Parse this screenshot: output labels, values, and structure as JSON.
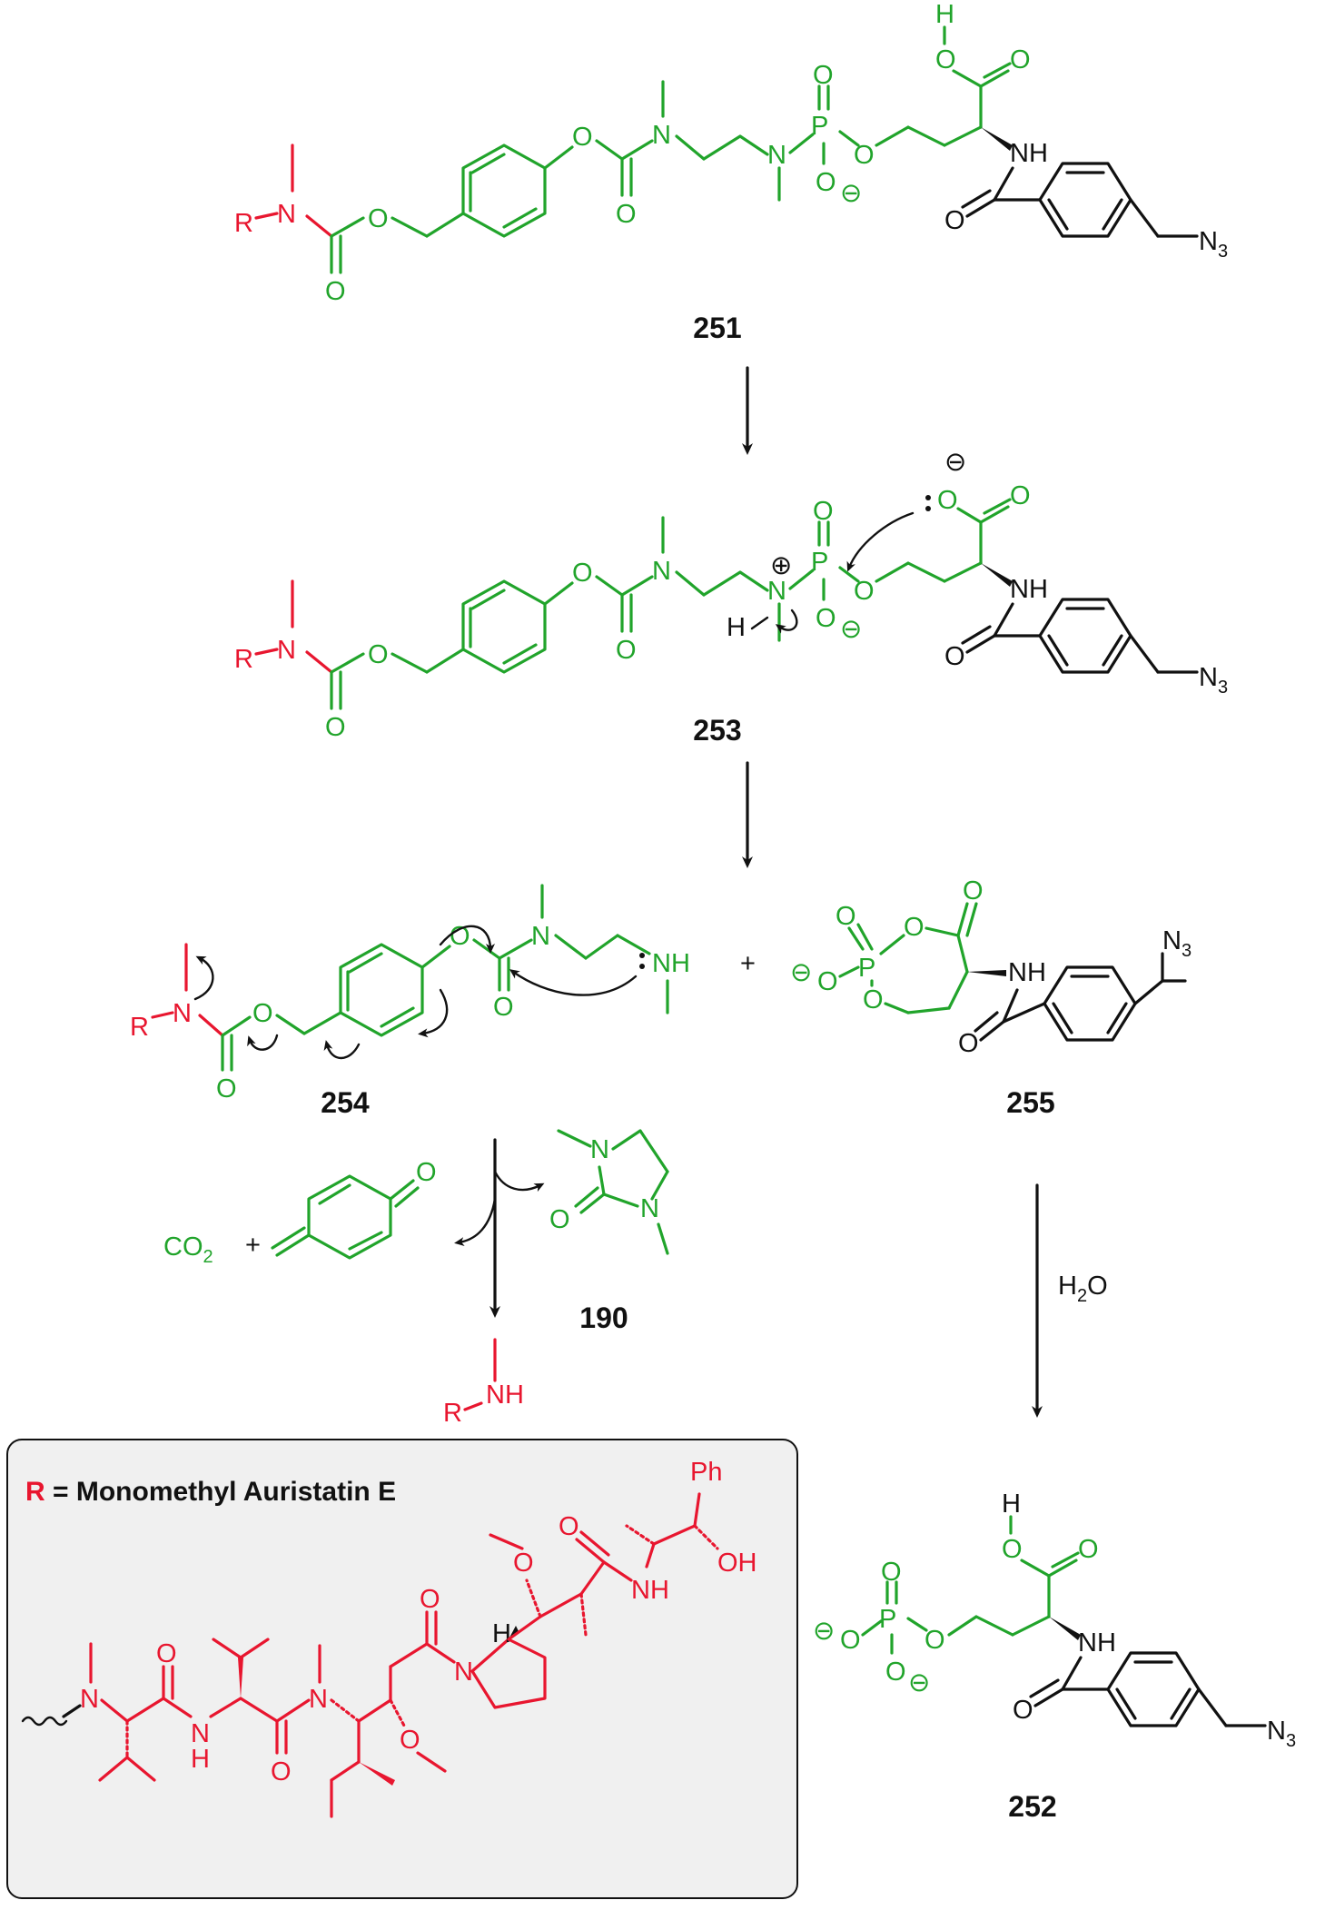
{
  "labels": {
    "c251": "251",
    "c253": "253",
    "c254": "254",
    "c255": "255",
    "c190": "190",
    "c252": "252"
  },
  "reagents": {
    "plus1": "+",
    "plus2": "+",
    "co2": "CO",
    "co2_sub": "2",
    "water_h": "H",
    "water_sub": "2",
    "water_o": "O"
  },
  "atoms": {
    "N": "N",
    "O": "O",
    "P": "P",
    "H": "H",
    "R": "R",
    "NH": "NH",
    "N3": "N",
    "N3_sub": "3",
    "Ph": "Ph",
    "OH": "OH",
    "minus": "⊖",
    "plus": "⊕"
  },
  "box": {
    "r_letter": "R",
    "title_rest": " = Monomethyl Auristatin E"
  },
  "colors": {
    "green": "#21a42b",
    "red": "#e8162f",
    "black": "#111111"
  }
}
